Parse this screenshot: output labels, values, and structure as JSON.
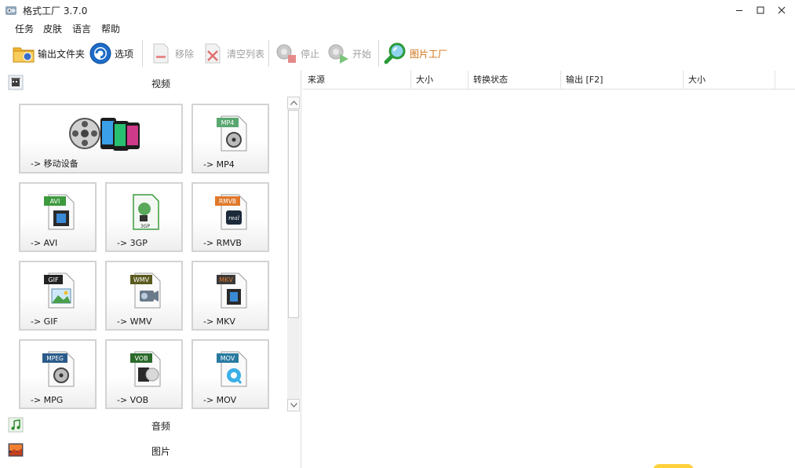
{
  "window": {
    "title": "格式工厂 3.7.0"
  },
  "menu": [
    "任务",
    "皮肤",
    "语言",
    "帮助"
  ],
  "toolbar": {
    "output_folder": "输出文件夹",
    "options": "选项",
    "remove": "移除",
    "clear_list": "清空列表",
    "stop": "停止",
    "start": "开始",
    "picture_factory": "图片工厂"
  },
  "categories": {
    "video": "视频",
    "audio": "音频",
    "picture": "图片"
  },
  "video_tiles": [
    {
      "label": "-> 移动设备"
    },
    {
      "label": "-> MP4",
      "badge": "MP4",
      "badge_color": "#5aa870"
    },
    {
      "label": "-> AVI",
      "badge": "AVI",
      "badge_color": "#3c9a3c"
    },
    {
      "label": "-> 3GP",
      "badge": "3GP",
      "badge_color": "#3c9a3c"
    },
    {
      "label": "-> RMVB",
      "badge": "RMVB",
      "badge_color": "#e0782a"
    },
    {
      "label": "-> GIF",
      "badge": "GIF",
      "badge_color": "#222222"
    },
    {
      "label": "-> WMV",
      "badge": "WMV",
      "badge_color": "#5a5a1e"
    },
    {
      "label": "-> MKV",
      "badge": "MKV",
      "badge_color": "#e0782a"
    },
    {
      "label": "-> MPG",
      "badge": "MPEG",
      "badge_color": "#2a5a8a"
    },
    {
      "label": "-> VOB",
      "badge": "VOB",
      "badge_color": "#2a6a2a"
    },
    {
      "label": "-> MOV",
      "badge": "MOV",
      "badge_color": "#2a7aa0"
    }
  ],
  "table": {
    "columns": [
      "来源",
      "大小",
      "转换状态",
      "输出 [F2]",
      "大小"
    ]
  },
  "colors": {
    "accent_blue": "#1e78d0",
    "brand_orange": "#e0782a",
    "disabled_text": "#a0a0a0"
  }
}
